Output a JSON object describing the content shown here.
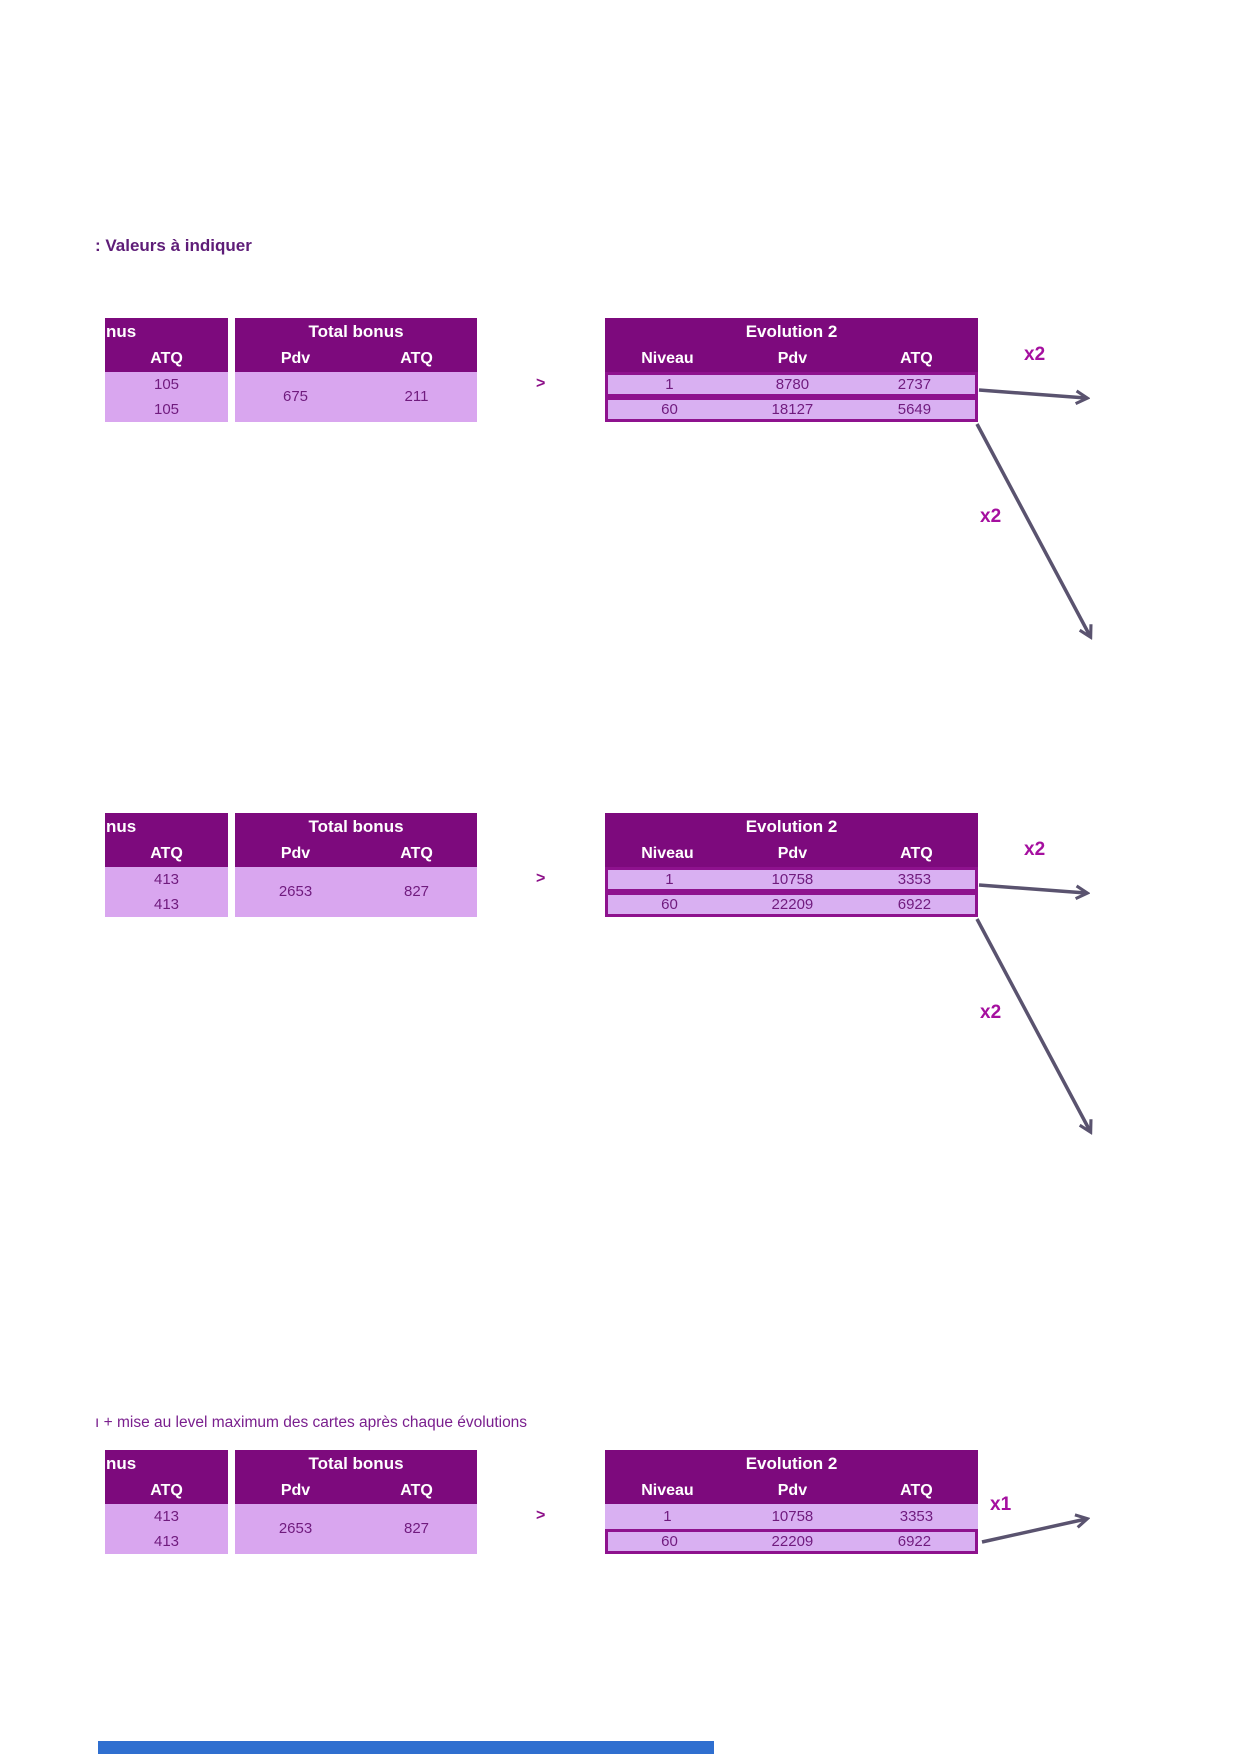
{
  "title": ": Valeurs à indiquer",
  "caption_group3": "ı + mise au level maximum des cartes après chaque évolutions",
  "labels": {
    "gt": ">"
  },
  "colors": {
    "table_header": "#7d0a7d",
    "table_body": "#d9a6ef",
    "evolution_row_fill": "#d9b0f2",
    "evolution_row_border": "#8e128e",
    "multiplier_text": "#a50f9f",
    "arrow": "#5a536f",
    "blue_bar": "#2f6fd0"
  },
  "groups": [
    {
      "left_table": {
        "header_fragment": "nus",
        "column": "ATQ",
        "rows": [
          "105",
          "105"
        ]
      },
      "total_table": {
        "header": "Total bonus",
        "columns": [
          "Pdv",
          "ATQ"
        ],
        "values": [
          "675",
          "211"
        ]
      },
      "evolution_table": {
        "header": "Evolution 2",
        "columns": [
          "Niveau",
          "Pdv",
          "ATQ"
        ],
        "rows": [
          {
            "niveau": "1",
            "pdv": "8780",
            "atq": "2737"
          },
          {
            "niveau": "60",
            "pdv": "18127",
            "atq": "5649"
          }
        ]
      },
      "multiplier_right": "x2",
      "multiplier_diagonal": "x2"
    },
    {
      "left_table": {
        "header_fragment": "nus",
        "column": "ATQ",
        "rows": [
          "413",
          "413"
        ]
      },
      "total_table": {
        "header": "Total bonus",
        "columns": [
          "Pdv",
          "ATQ"
        ],
        "values": [
          "2653",
          "827"
        ]
      },
      "evolution_table": {
        "header": "Evolution 2",
        "columns": [
          "Niveau",
          "Pdv",
          "ATQ"
        ],
        "rows": [
          {
            "niveau": "1",
            "pdv": "10758",
            "atq": "3353"
          },
          {
            "niveau": "60",
            "pdv": "22209",
            "atq": "6922"
          }
        ]
      },
      "multiplier_right": "x2",
      "multiplier_diagonal": "x2"
    },
    {
      "left_table": {
        "header_fragment": "nus",
        "column": "ATQ",
        "rows": [
          "413",
          "413"
        ]
      },
      "total_table": {
        "header": "Total bonus",
        "columns": [
          "Pdv",
          "ATQ"
        ],
        "values": [
          "2653",
          "827"
        ]
      },
      "evolution_table": {
        "header": "Evolution 2",
        "columns": [
          "Niveau",
          "Pdv",
          "ATQ"
        ],
        "rows": [
          {
            "niveau": "1",
            "pdv": "10758",
            "atq": "3353"
          },
          {
            "niveau": "60",
            "pdv": "22209",
            "atq": "6922"
          }
        ]
      },
      "multiplier_right": "x1"
    }
  ]
}
